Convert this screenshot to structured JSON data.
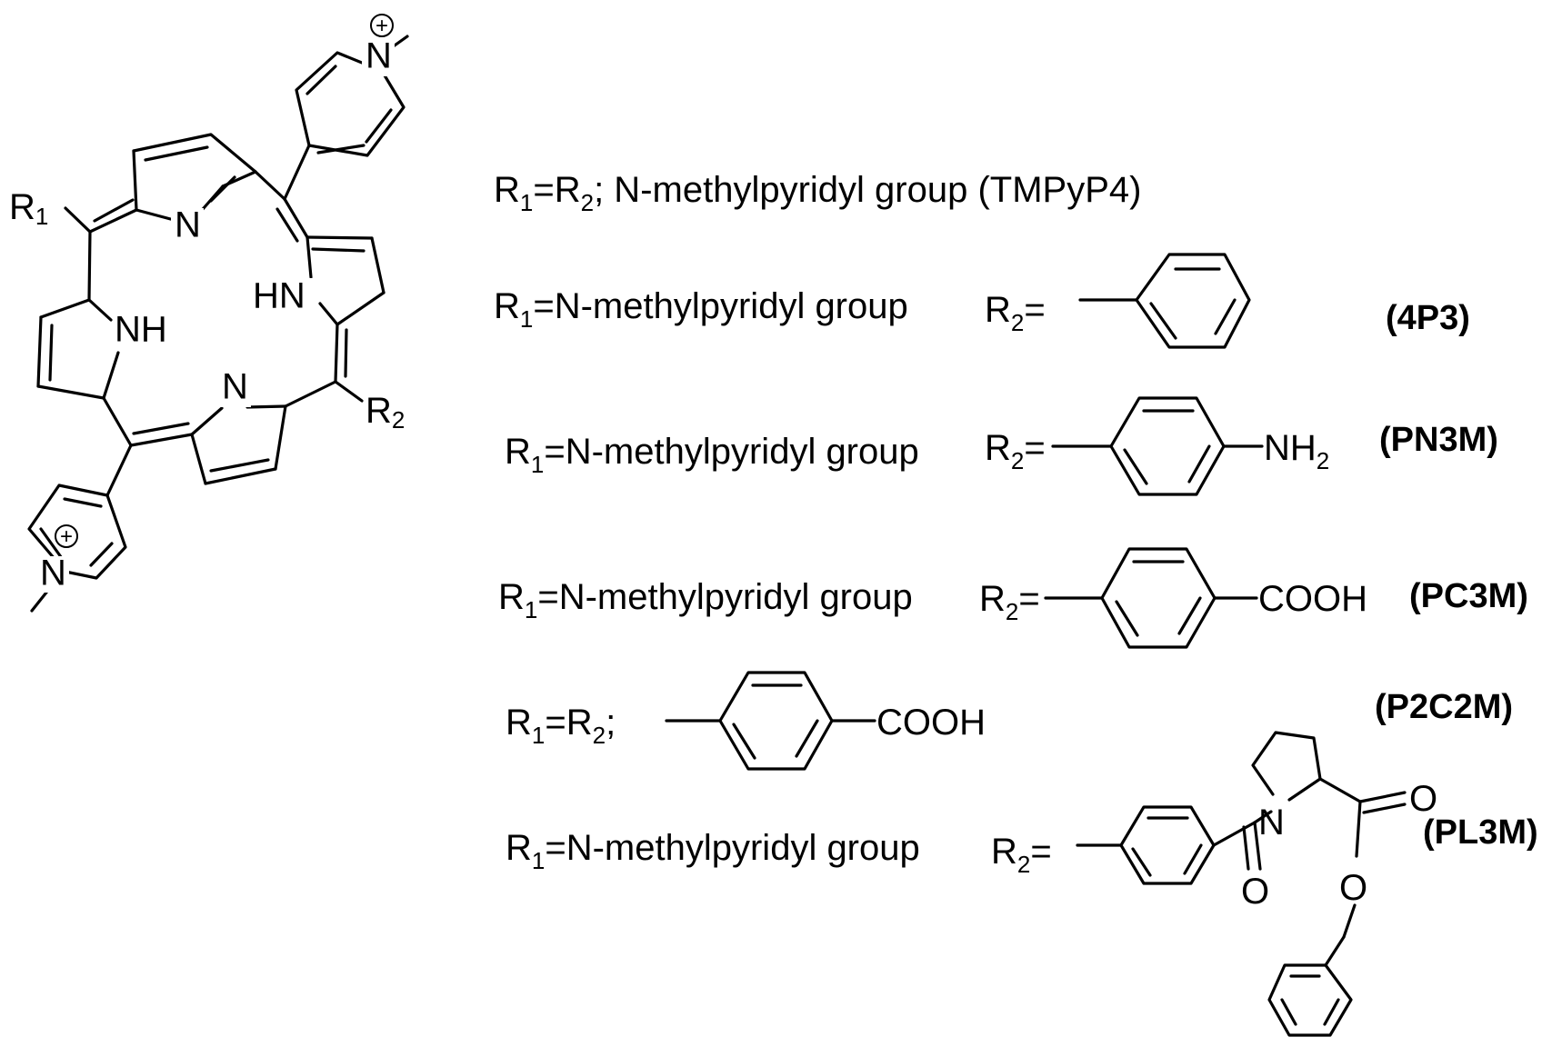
{
  "porphyrin": {
    "substituent_1": "R",
    "substituent_1_index": "1",
    "substituent_2": "R",
    "substituent_2_index": "2",
    "nh_atom": "NH",
    "hn_atom": "HN",
    "n_atom": "N",
    "charge": "+"
  },
  "rows": [
    {
      "r1": "R",
      "i1": "1",
      "eq": "=",
      "r2": "R",
      "i2": "2",
      "desc": "; N-methylpyridyl group (TMPyP4)"
    },
    {
      "r1": "R",
      "i1": "1",
      "desc": "=N-methylpyridyl group",
      "r2": "R",
      "i2": "2",
      "eq": "=",
      "code": "(4P3)"
    },
    {
      "r1": "R",
      "i1": "1",
      "desc": "=N-methylpyridyl group",
      "r2": "R",
      "i2": "2",
      "eq": "=",
      "group": "NH",
      "group_sub": "2",
      "code": "(PN3M)"
    },
    {
      "r1": "R",
      "i1": "1",
      "desc": "=N-methylpyridyl group",
      "r2": "R",
      "i2": "2",
      "eq": "=",
      "group": "COOH",
      "code": "(PC3M)"
    },
    {
      "r1": "R",
      "i1": "1",
      "eq": "=",
      "r2": "R",
      "i2": "2",
      "sep": ";",
      "group": "COOH",
      "code": "(P2C2M)"
    },
    {
      "r1": "R",
      "i1": "1",
      "desc": "=N-methylpyridyl group",
      "r2": "R",
      "i2": "2",
      "eq": "=",
      "n_atom": "N",
      "o_atom": "O",
      "code": "(PL3M)"
    }
  ]
}
